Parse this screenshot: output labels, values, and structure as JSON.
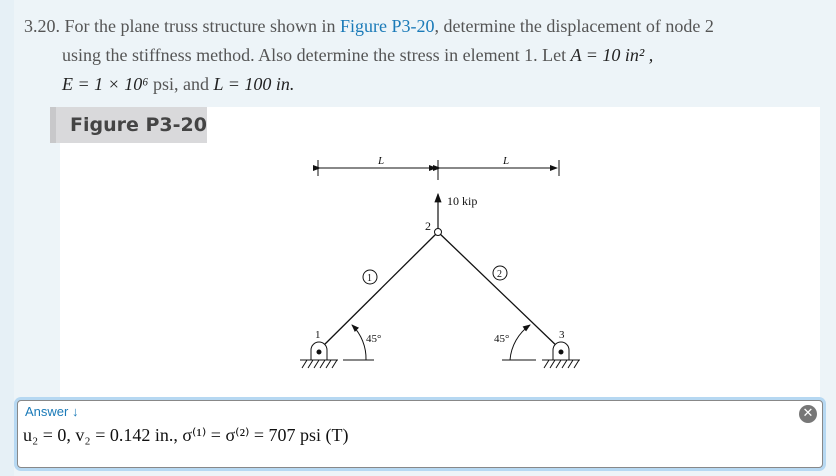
{
  "problem": {
    "number": "3.20.",
    "text_before_link": " For the plane truss structure shown in ",
    "link": "Figure P3-20",
    "text_after_link": ", determine the displacement of node 2",
    "line2": "using the stiffness method. Also determine the stress in element 1. Let ",
    "line2_math": "A = 10 in² ,",
    "line3_math1": "E = 1 × 10⁶",
    "line3_text": " psi, and ",
    "line3_math2": "L = 100 in."
  },
  "figure": {
    "caption": "Figure P3-20",
    "dim_left": "L",
    "dim_right": "L",
    "load": "10 kip",
    "node1": "1",
    "node2": "2",
    "node3": "3",
    "element1": "1",
    "element2": "2",
    "angle_left": "45°",
    "angle_right": "45°"
  },
  "answer": {
    "label": "Answer ↓",
    "text": "u₂ = 0, v₂ = 0.142 in.,   σ⁽¹⁾ = σ⁽²⁾ = 707 psi (T)",
    "close_icon": "close-circle-icon"
  }
}
